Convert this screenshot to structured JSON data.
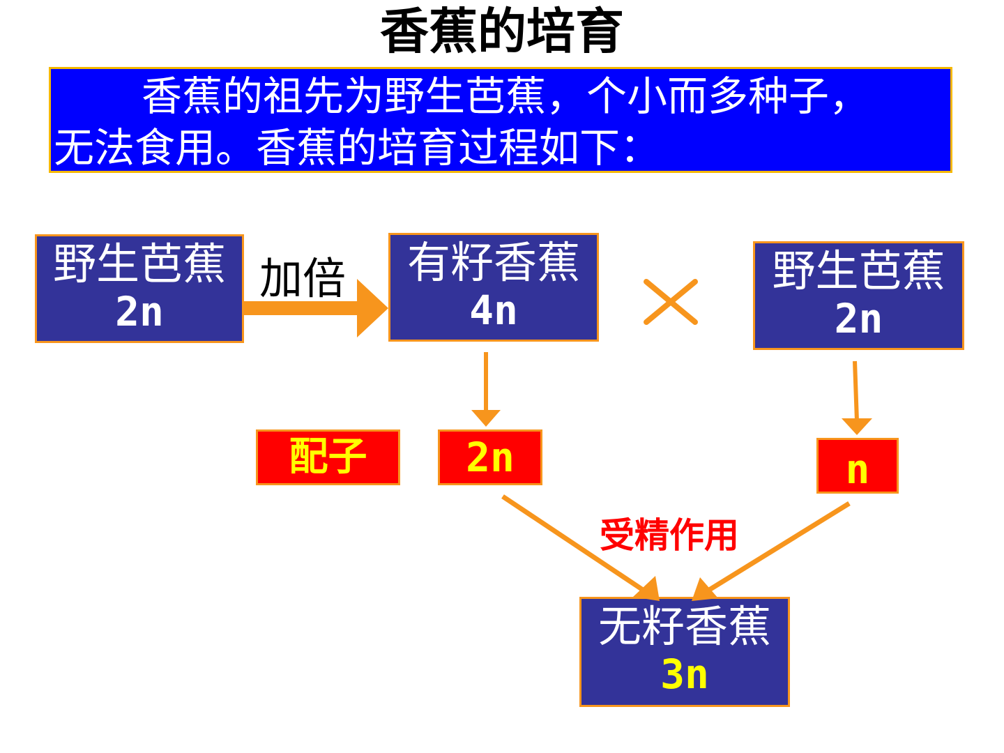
{
  "title": "香蕉的培育",
  "intro": {
    "line1": "香蕉的祖先为野生芭蕉，个小而多种子，",
    "line2": "无法食用。香蕉的培育过程如下："
  },
  "nodes": {
    "wild_left": {
      "name": "野生芭蕉",
      "ploidy": "2n"
    },
    "seeded": {
      "name": "有籽香蕉",
      "ploidy": "4n"
    },
    "wild_right": {
      "name": "野生芭蕉",
      "ploidy": "2n"
    },
    "seedless": {
      "name": "无籽香蕉",
      "ploidy": "3n"
    }
  },
  "gametes": {
    "label": "配子",
    "left": "2n",
    "right": "n"
  },
  "labels": {
    "doubling": "加倍",
    "cross": "×",
    "fertilization": "受精作用"
  },
  "colors": {
    "intro_bg": "#0000ff",
    "box_bg": "#333399",
    "gamete_bg": "#ff0000",
    "arrow": "#f7951d",
    "highlight_text": "#ffff00"
  }
}
